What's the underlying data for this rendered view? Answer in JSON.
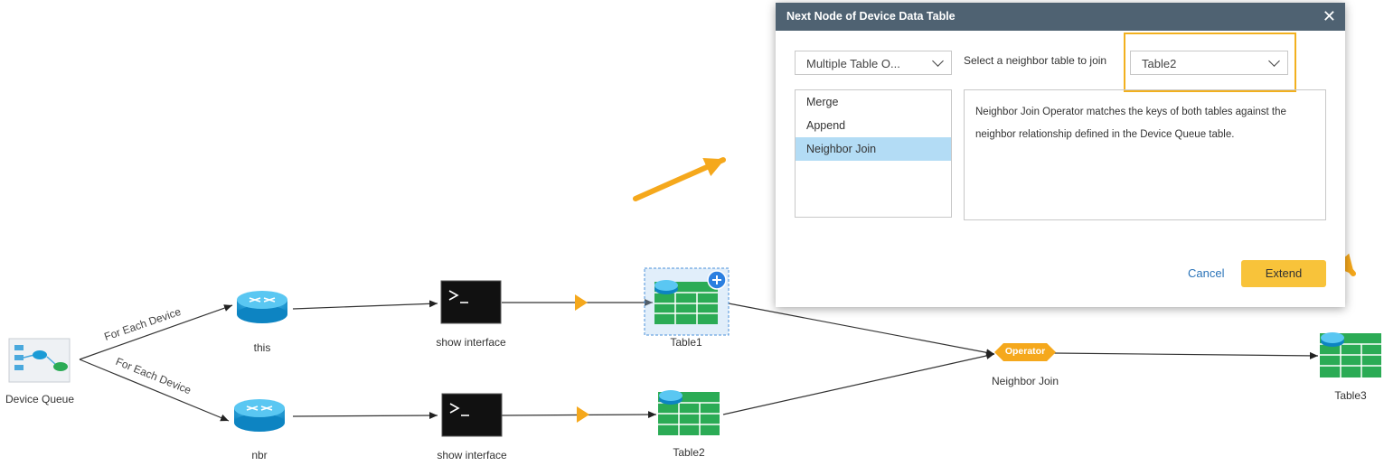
{
  "flow": {
    "device_queue_label": "Device Queue",
    "edge_label_top": "For Each Device",
    "edge_label_bottom": "For Each Device",
    "this_label": "this",
    "nbr_label": "nbr",
    "show_interface_top_label": "show interface",
    "show_interface_bottom_label": "show interface",
    "table1_label": "Table1",
    "table2_label": "Table2",
    "operator_badge": "Operator",
    "neighbor_join_label": "Neighbor Join",
    "table3_label": "Table3"
  },
  "dialog": {
    "title": "Next Node of Device Data Table",
    "close_glyph": "✕",
    "operator_type_dropdown": "Multiple Table O...",
    "neighbor_prompt": "Select a neighbor table to join",
    "neighbor_table_value": "Table2",
    "operations": [
      {
        "label": "Merge"
      },
      {
        "label": "Append"
      },
      {
        "label": "Neighbor Join"
      }
    ],
    "selected_operation": "Neighbor Join",
    "description": "Neighbor Join Operator matches the keys of both tables against the neighbor relationship defined in the Device Queue table.",
    "cancel_label": "Cancel",
    "extend_label": "Extend"
  },
  "colors": {
    "accent_orange": "#f5a81c",
    "title_bar": "#4f6272",
    "router_blue": "#1a9bd6",
    "table_green": "#2bab55",
    "selected_row": "#b3dcf5",
    "extend_button": "#f8c33a"
  }
}
